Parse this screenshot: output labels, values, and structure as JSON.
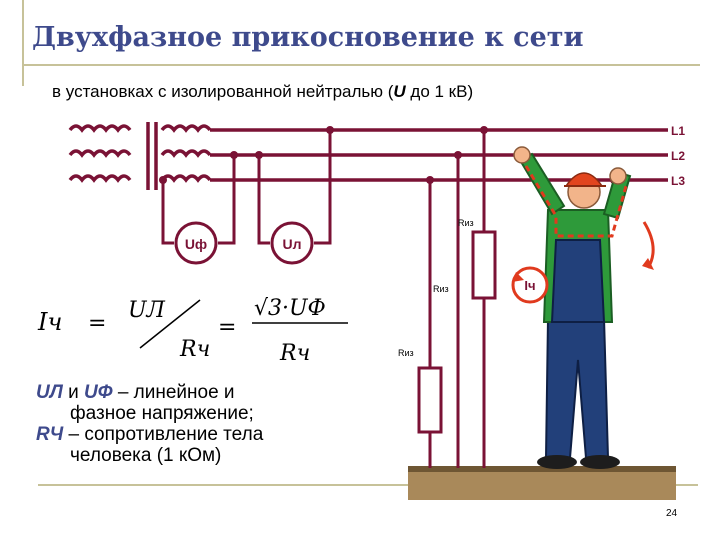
{
  "title": "Двухфазное прикосновение к сети",
  "subtitle": {
    "prefix": "в установках с изолированной нейтралью (",
    "symbol": "U",
    "suffix": " до 1 кВ)"
  },
  "lines": {
    "l1": "L1",
    "l2": "L2",
    "l3": "L3"
  },
  "meters": {
    "phase": "Uф",
    "line": "Uл"
  },
  "resistors": {
    "label": "Rиз"
  },
  "current": {
    "label": "Iч"
  },
  "formula": {
    "lhs": "Iч",
    "num1": "UЛ",
    "den1": "Rч",
    "num2": "√3·UФ",
    "den2": "Rч"
  },
  "legend": {
    "ul": "UЛ",
    "and": "и",
    "uf": "UФ",
    "text1": "– линейное и",
    "text2": "фазное напряжение;",
    "rch": "RЧ",
    "text3": "– сопротивление тела",
    "text4": "человека (1 кОм)"
  },
  "page_number": "24",
  "colors": {
    "wire": "#7a1235",
    "title": "#3e4a8c",
    "arrow": "#e03a1e",
    "frame": "#c7c299"
  }
}
